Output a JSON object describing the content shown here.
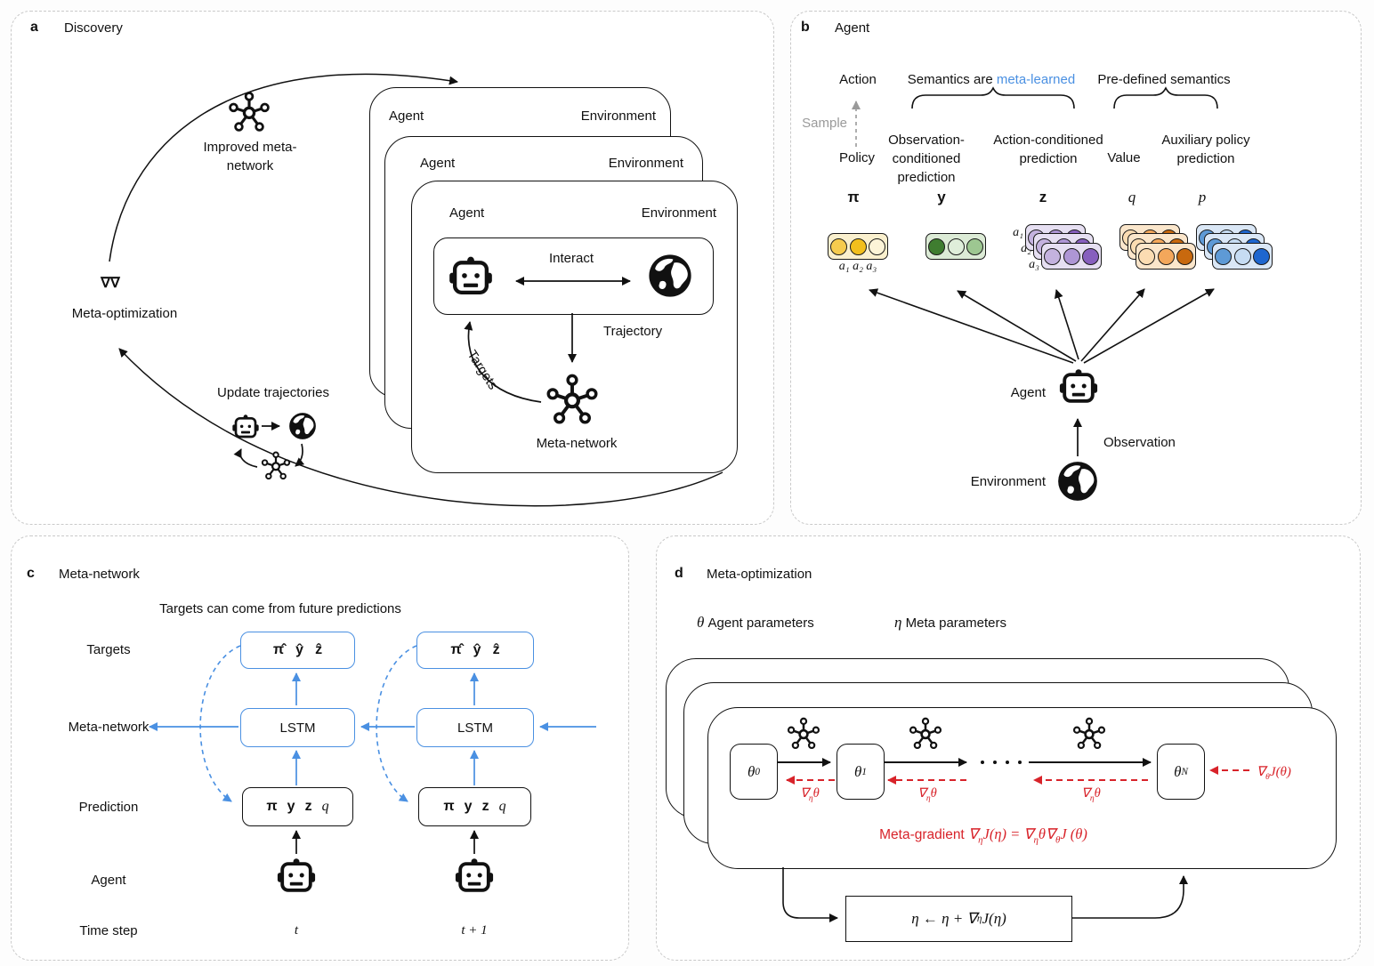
{
  "colors": {
    "accent_blue": "#4a90e2",
    "red": "#d8232a",
    "gray_sample": "#9a9a9a",
    "panel_border": "#c9c9c9"
  },
  "a": {
    "letter": "a",
    "title": "Discovery",
    "improved_meta_network": "Improved meta-network",
    "nabla": "∇∇",
    "meta_optimization": "Meta-optimization",
    "agent": "Agent",
    "environment": "Environment",
    "interact": "Interact",
    "trajectory": "Trajectory",
    "targets": "Targets",
    "meta_network": "Meta-network",
    "update_trajectories": "Update trajectories"
  },
  "b": {
    "letter": "b",
    "title": "Agent",
    "action": "Action",
    "sample": "Sample",
    "semantics_prefix": "Semantics are ",
    "semantics_highlight": "meta-learned",
    "predefined": "Pre-defined semantics",
    "policy": "Policy",
    "obs_conditioned": "Observation-conditioned prediction",
    "act_conditioned": "Action-conditioned prediction",
    "value": "Value",
    "aux_policy": "Auxiliary policy prediction",
    "sym_pi": "π",
    "sym_y": "y",
    "sym_z": "z",
    "sym_q": "q",
    "sym_p": "p",
    "action_labels": "a₁ a₂ a₃",
    "stack_labels": {
      "a1": "a₁",
      "a2": "a₂",
      "a3": "a₃"
    },
    "agent": "Agent",
    "observation": "Observation",
    "environment": "Environment",
    "stacks": {
      "yellow": {
        "box": "#faf0ce",
        "circles": [
          "#f6cb4e",
          "#f2bf1d",
          "#fcf4d7"
        ]
      },
      "green": {
        "box": "#dcebd6",
        "circles": [
          "#3f7d30",
          "#dfeeda",
          "#9dc791"
        ]
      },
      "purple": {
        "box": "#e6dff2",
        "circles": [
          "#c4b2df",
          "#ae96d5",
          "#875fbe"
        ]
      },
      "orange": {
        "box": "#fbe6cb",
        "circles": [
          "#fbdcb2",
          "#f3a75b",
          "#c8690e"
        ]
      },
      "blue": {
        "box": "#dae7f6",
        "circles": [
          "#5e9ad6",
          "#c6dcf3",
          "#1e66cf"
        ]
      }
    }
  },
  "c": {
    "letter": "c",
    "title": "Meta-network",
    "heading": "Targets can come from future predictions",
    "rows": {
      "targets": "Targets",
      "meta_network": "Meta-network",
      "prediction": "Prediction",
      "agent": "Agent",
      "time_step": "Time step"
    },
    "target_syms": {
      "pi": "π̂",
      "y": "ŷ",
      "z": "ẑ"
    },
    "lstm": "LSTM",
    "pred_syms": {
      "pi": "π",
      "y": "y",
      "z": "z",
      "q": "q"
    },
    "t": "t",
    "t_plus_1": "t + 1"
  },
  "d": {
    "letter": "d",
    "title": "Meta-optimization",
    "theta_sym": "θ",
    "theta_label": " Agent parameters",
    "eta_sym": "η",
    "eta_label": " Meta parameters",
    "theta0": {
      "base": "θ",
      "sub": "0"
    },
    "theta1": {
      "base": "θ",
      "sub": "1"
    },
    "thetaN": {
      "base": "θ",
      "sub": "N"
    },
    "grad_eta": {
      "nabla": "∇",
      "sub": "η",
      "var": "θ"
    },
    "grad_theta": {
      "nabla": "∇",
      "sub": "θ",
      "rest": "J(θ)"
    },
    "meta_gradient": {
      "label": "Meta-gradient ",
      "m1": "∇",
      "s1": "η",
      "m2": "J(η) = ∇",
      "s2": "η",
      "m3": "θ∇",
      "s3": "θ",
      "m4": "J (θ)"
    },
    "eta_update": {
      "m1": "η ← η + ∇",
      "s1": "η",
      "m2": "J(η)"
    }
  }
}
